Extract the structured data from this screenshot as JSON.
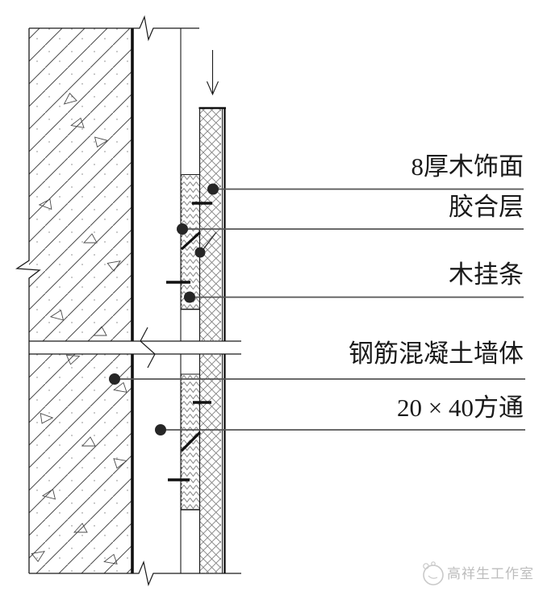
{
  "drawing_title": "wood-veneer-wall-mounting-detail",
  "labels": {
    "veneer": {
      "text": "8厚木饰面"
    },
    "glue": {
      "text": "胶合层"
    },
    "hanging_strip": {
      "text": "木挂条"
    },
    "wall": {
      "text": "钢筋混凝土墙体"
    },
    "tube": {
      "text": "20 × 40方通"
    }
  },
  "watermark": {
    "text": "高祥生工作室"
  },
  "colors": {
    "outline": "#1a1a1a",
    "hatch": "#777777",
    "leader": "#555555",
    "dot": "#262626",
    "watermark": "#bdbdbd"
  }
}
